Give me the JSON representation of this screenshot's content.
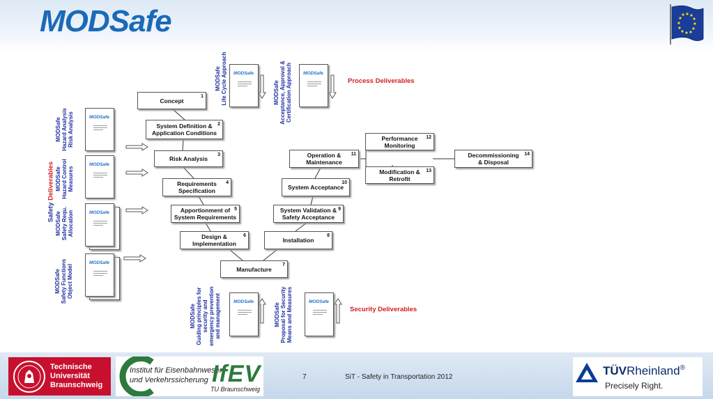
{
  "slide": {
    "title": "MODSafe",
    "page_number": "7",
    "footer_text": "SiT - Safety in Transportation 2012"
  },
  "phases": [
    {
      "num": "1",
      "label": "Concept"
    },
    {
      "num": "2",
      "label": "System Definition & Application Conditions"
    },
    {
      "num": "3",
      "label": "Risk Analysis"
    },
    {
      "num": "4",
      "label": "Requirements Specification"
    },
    {
      "num": "5",
      "label": "Apportionment of System Requirements"
    },
    {
      "num": "6",
      "label": "Design & Implementation"
    },
    {
      "num": "7",
      "label": "Manufacture"
    },
    {
      "num": "8",
      "label": "Installation"
    },
    {
      "num": "9",
      "label": "System Validation & Safety Acceptance"
    },
    {
      "num": "10",
      "label": "System Acceptance"
    },
    {
      "num": "11",
      "label": "Operation & Maintenance"
    },
    {
      "num": "12",
      "label": "Performance Monitoring"
    },
    {
      "num": "13",
      "label": "Modification & Retrofit"
    },
    {
      "num": "14",
      "label": "Decommissioning & Disposal"
    }
  ],
  "deliverables": {
    "doc_label": "MODSafe",
    "process_title": "Process Deliverables",
    "safety_title_plain": "Safety ",
    "safety_title_red": "Deliverables",
    "security_title": "Security Deliverables",
    "process": [
      {
        "lines": [
          "MODSafe",
          "Life Cycle Approach"
        ]
      },
      {
        "lines": [
          "MODSafe",
          "Acceptance, Approval &",
          "Certification Approach"
        ]
      }
    ],
    "safety": [
      {
        "lines": [
          "MODSafe",
          "Hazard Analysis",
          "Risk Analysis"
        ]
      },
      {
        "lines": [
          "MODSafe",
          "Hazard Control",
          "Measures"
        ]
      },
      {
        "lines": [
          "MODSafe",
          "Safety Requ.",
          "Allocation"
        ]
      },
      {
        "lines": [
          "MODSafe",
          "Safety Functions",
          "Object Model"
        ]
      }
    ],
    "security": [
      {
        "lines": [
          "MODSafe",
          "Guiding principles for",
          "security and",
          "emergency prevention",
          "and  management"
        ]
      },
      {
        "lines": [
          "MODSafe",
          "Proposal for Security",
          "Means and Measures"
        ]
      }
    ]
  },
  "logos": {
    "tu_braunschweig": {
      "line1": "Technische",
      "line2": "Universität",
      "line3": "Braunschweig"
    },
    "ifev": {
      "line1": "Institut für Eisenbahnwesen",
      "line2": "und Verkehrssicherung",
      "mark": "IfEV",
      "sub": "TU Braunschweig"
    },
    "tuv": {
      "brand_bold": "TÜV",
      "brand_rest": "Rheinland",
      "reg": "®",
      "tagline": "Precisely Right."
    }
  },
  "colors": {
    "title_blue": "#1b6ab8",
    "label_blue": "#2030a0",
    "accent_red": "#d21f1f",
    "tu_red": "#c8102e",
    "tuv_blue": "#0a3d91"
  }
}
